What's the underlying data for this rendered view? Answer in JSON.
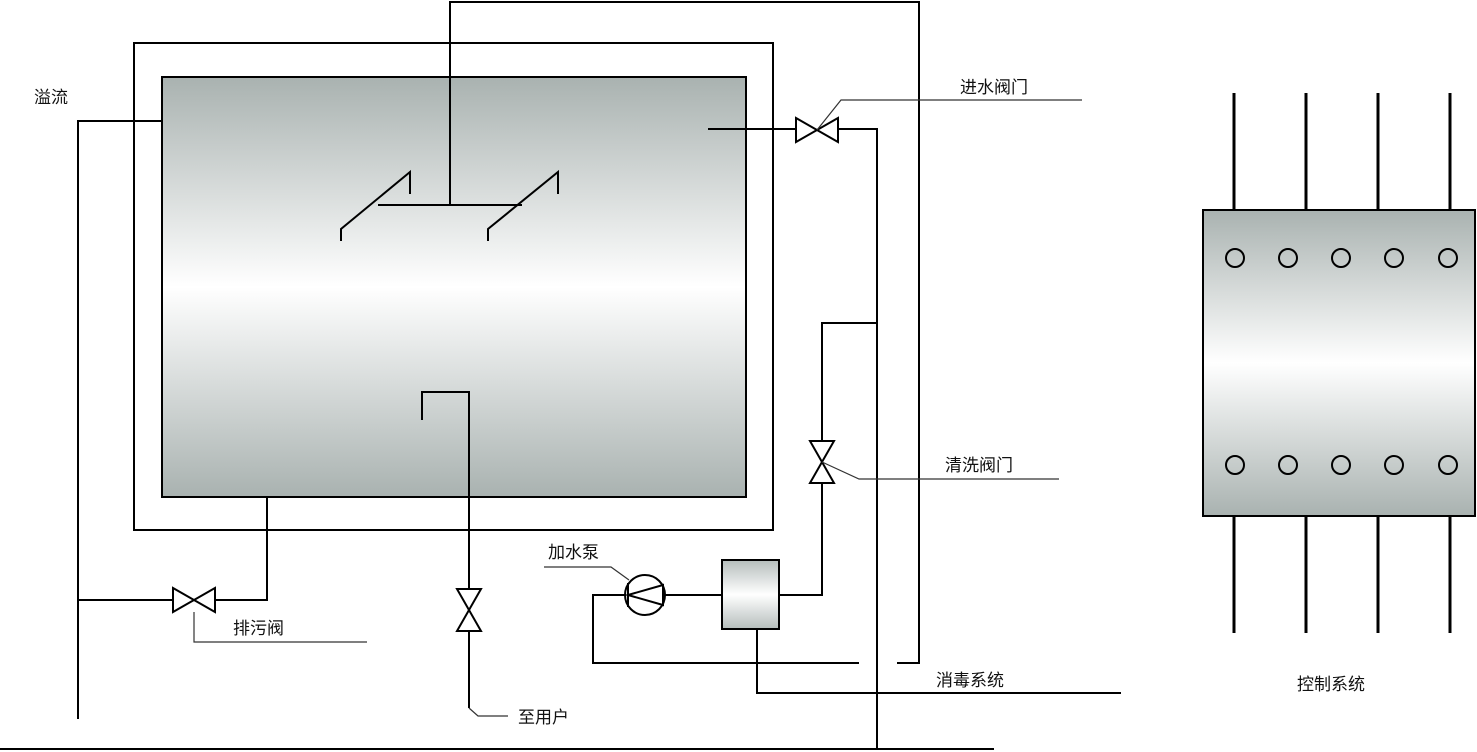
{
  "labels": {
    "overflow": "溢流",
    "inlet_valve": "进水阀门",
    "cleaning_valve": "清洗阀门",
    "drain_valve": "排污阀",
    "fill_pump": "加水泵",
    "disinfection_system": "消毒系统",
    "to_user": "至用户",
    "control_system": "控制系统"
  },
  "colors": {
    "line": "#000000",
    "tank_gradient_edge": "#a9b2b0",
    "tank_gradient_center": "#ffffff"
  }
}
